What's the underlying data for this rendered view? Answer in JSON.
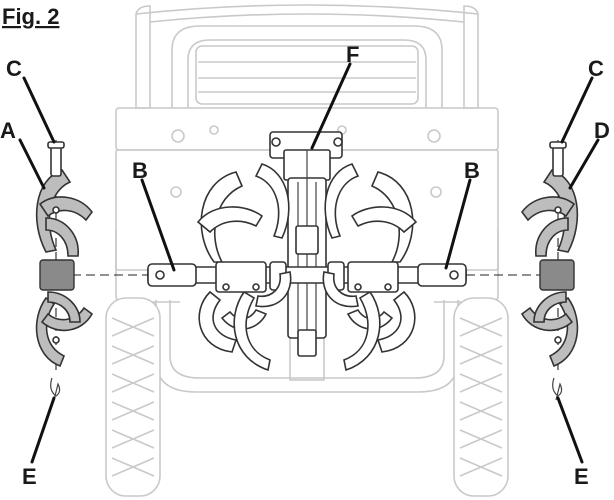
{
  "figure": {
    "title": "Fig. 2"
  },
  "callouts": {
    "a": "A",
    "b_left": "B",
    "b_right": "B",
    "c_left": "C",
    "c_right": "C",
    "d": "D",
    "e_left": "E",
    "e_right": "E",
    "f": "F"
  }
}
